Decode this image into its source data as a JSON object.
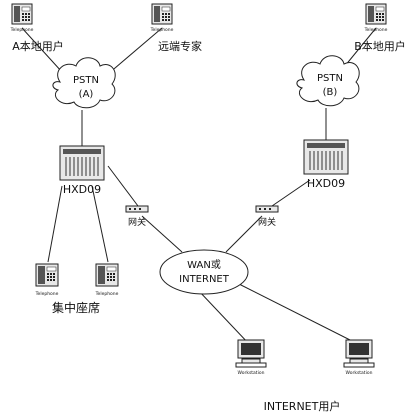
{
  "labels": {
    "local_user_a": "A本地用户",
    "remote_expert": "远端专家",
    "local_user_b": "B本地用户",
    "pstn_a_line1": "PSTN",
    "pstn_a_line2": "(A)",
    "pstn_b_line1": "PSTN",
    "pstn_b_line2": "(B)",
    "hxd_left": "HXD09",
    "hxd_right": "HXD09",
    "gateway_left": "网关",
    "gateway_right": "网关",
    "wan_line1": "WAN或",
    "wan_line2": "INTERNET",
    "call_center": "集中座席",
    "internet_users": "INTERNET用户"
  },
  "device_captions": {
    "telephone": "Telephone",
    "workstation": "Workstation"
  },
  "colors": {
    "line": "#222222",
    "device_fill": "#e8e8e8",
    "device_dark": "#555555"
  }
}
